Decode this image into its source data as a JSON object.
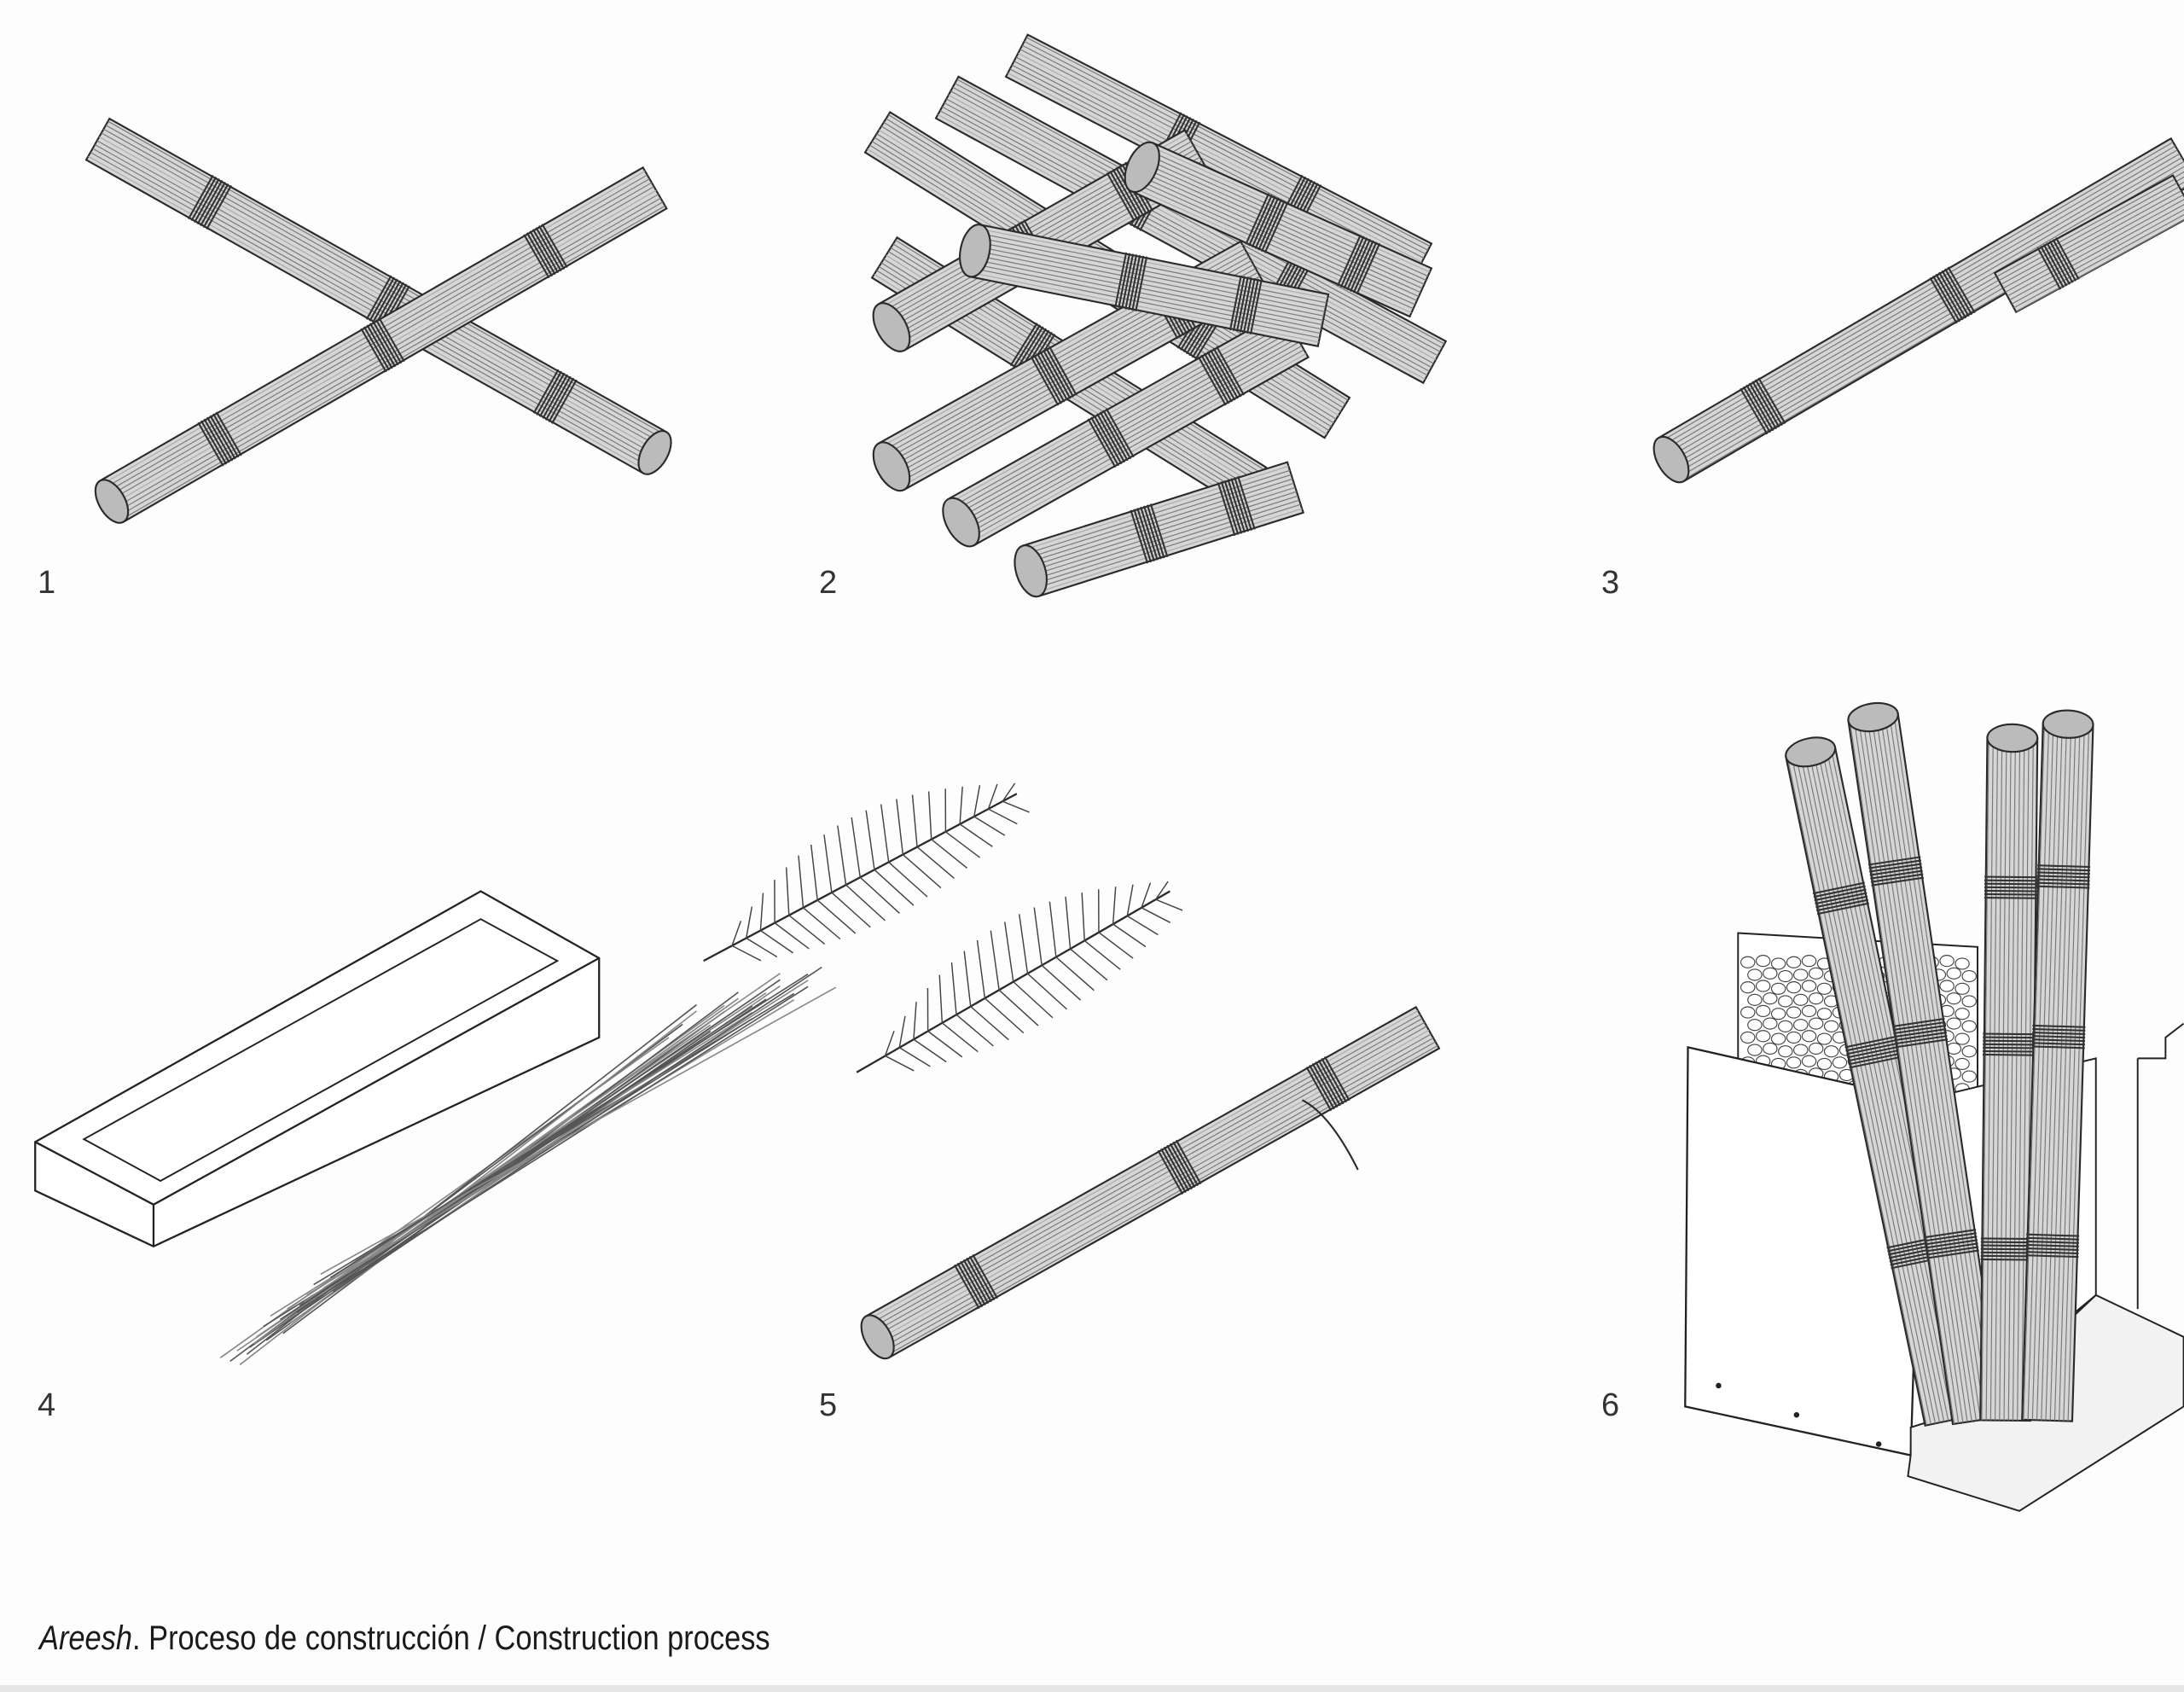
{
  "steps": [
    {
      "number": "1"
    },
    {
      "number": "2"
    },
    {
      "number": "3"
    },
    {
      "number": "4"
    },
    {
      "number": "5"
    },
    {
      "number": "6"
    }
  ],
  "caption": {
    "title_italic": "Areesh",
    "title_sep": ". ",
    "spanish": "Proceso de construcción",
    "divider": " / ",
    "english": "Construction process"
  },
  "colors": {
    "ink": "#2a2a2a",
    "reed": "#9a9a9a",
    "background": "#fdfdfd"
  }
}
